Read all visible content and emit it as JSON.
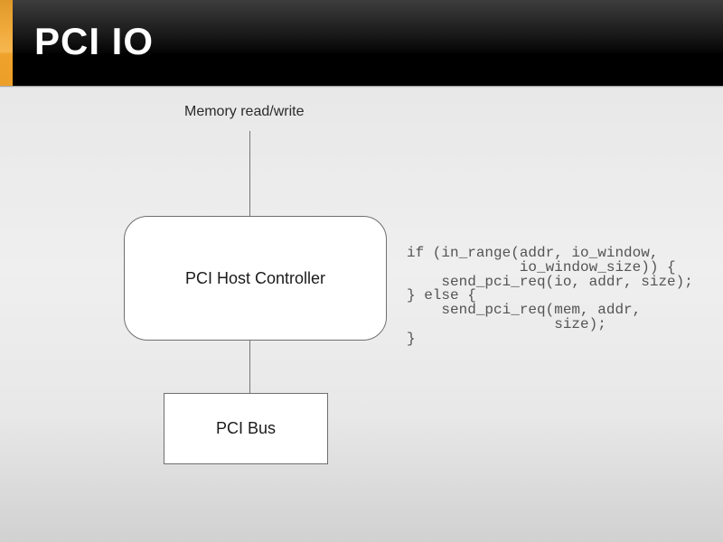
{
  "slide": {
    "title": "PCI IO",
    "diagram": {
      "top_label": "Memory read/write",
      "host_box_label": "PCI Host Controller",
      "bus_box_label": "PCI Bus"
    },
    "code": "if (in_range(addr, io_window,\n             io_window_size)) {\n    send_pci_req(io, addr, size);\n} else {\n    send_pci_req(mem, addr,\n                 size);\n}",
    "colors": {
      "accent_orange": "#efa42f",
      "header_background": "#000000",
      "title_text": "#ffffff",
      "slide_background": "#e8e8e8",
      "code_text": "#545454",
      "connector_gray": "#757575",
      "box_border": "#6f6f6f",
      "box_fill": "#ffffff"
    }
  }
}
